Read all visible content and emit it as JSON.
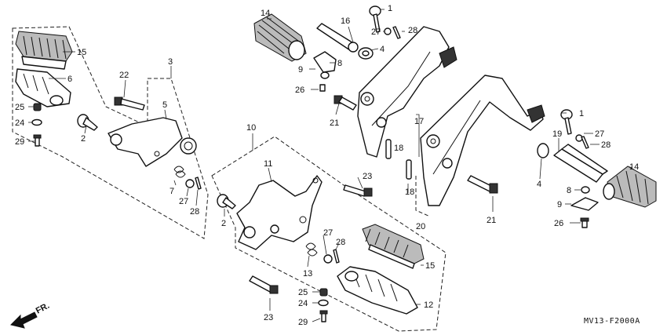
{
  "diagram": {
    "code": "MV13-F2000A",
    "direction_label": "FR.",
    "callouts": {
      "c_15a": "15",
      "c_6": "6",
      "c_25a": "25",
      "c_24a": "24",
      "c_29a": "29",
      "c_2a": "2",
      "c_22": "22",
      "c_3": "3",
      "c_5": "5",
      "c_7": "7",
      "c_27a": "27",
      "c_28a": "28",
      "c_14a": "14",
      "c_16": "16",
      "c_1a": "1",
      "c_27b": "27",
      "c_28b": "28",
      "c_4a": "4",
      "c_8a": "8",
      "c_9a": "9",
      "c_26a": "26",
      "c_21a": "21",
      "c_17": "17",
      "c_18a": "18",
      "c_18b": "18",
      "c_20": "20",
      "c_10": "10",
      "c_11": "11",
      "c_23a": "23",
      "c_2b": "2",
      "c_27c": "27",
      "c_28c": "28",
      "c_13": "13",
      "c_15b": "15",
      "c_25b": "25",
      "c_24b": "24",
      "c_29b": "29",
      "c_12": "12",
      "c_23b": "23",
      "c_1b": "1",
      "c_19": "19",
      "c_27d": "27",
      "c_28d": "28",
      "c_4b": "4",
      "c_21b": "21",
      "c_14b": "14",
      "c_8b": "8",
      "c_9b": "9",
      "c_26b": "26"
    }
  }
}
